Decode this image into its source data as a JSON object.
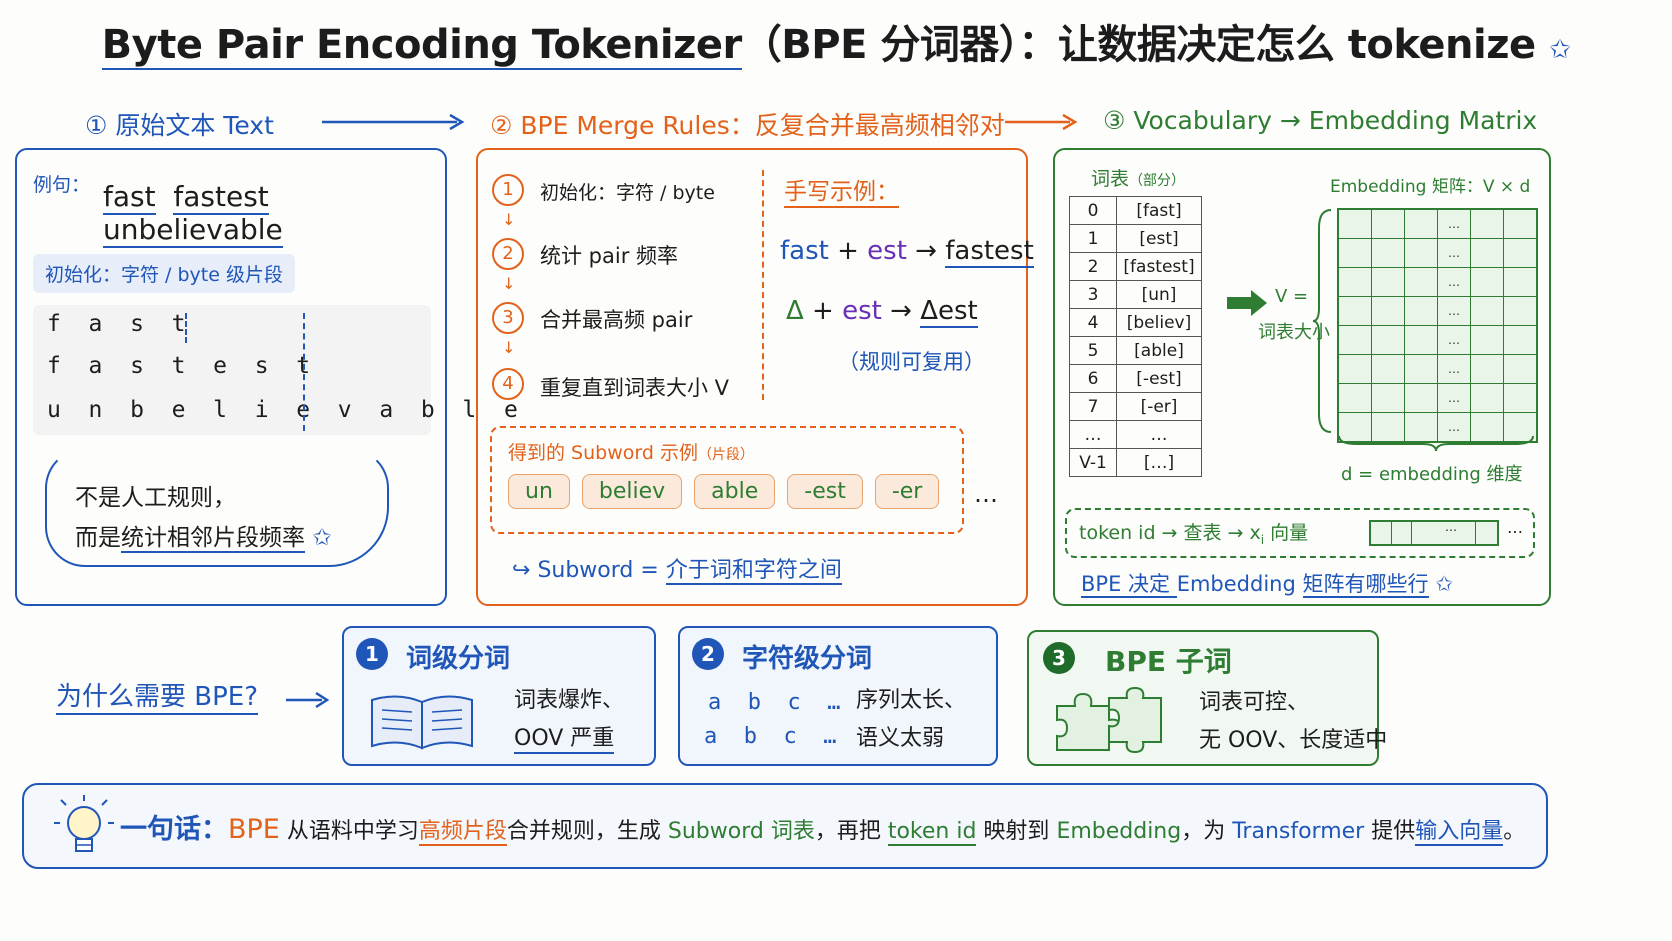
{
  "title": {
    "pre": "Byte Pair Encoding Tokenizer",
    "paren": "（BPE 分词器）",
    "post": "：让数据决定怎么 tokenize"
  },
  "sections": {
    "s1": "① 原始文本 Text",
    "s2": "② BPE Merge Rules：反复合并最高频相邻对",
    "s3": "③ Vocabulary → Embedding Matrix"
  },
  "panel1": {
    "example_label": "例句：",
    "words": [
      "fast",
      "fastest",
      "unbelievable"
    ],
    "init_label": "初始化：字符 / byte 级片段",
    "char_rows": [
      "f  a  s  t",
      "f  a  s  t  e  s  t",
      "u  n  b  e  l  i  e  v  a  b  l  e"
    ],
    "note_line1": "不是人工规则，",
    "note_line2_pre": "而是",
    "note_line2_em": "统计相邻片段频率"
  },
  "panel2": {
    "steps": [
      {
        "n": "1",
        "text": "初始化：字符 / byte"
      },
      {
        "n": "2",
        "text": "统计 pair 频率"
      },
      {
        "n": "3",
        "text": "合并最高频 pair"
      },
      {
        "n": "4",
        "text": "重复直到词表大小 V"
      }
    ],
    "example_title": "手写示例：",
    "ex1": {
      "a": "fast",
      "b": "est",
      "r": "fastest"
    },
    "ex2": {
      "a": "Δ",
      "b": "est",
      "r": "Δest"
    },
    "reuse_note": "（规则可复用）",
    "subword_title": "得到的 Subword 示例",
    "subword_title_small": "（片段）",
    "chips": [
      "un",
      "believ",
      "able",
      "-est",
      "-er"
    ],
    "ellipsis": "…",
    "subword_def_pre": "Subword = ",
    "subword_def": "介于词和字符之间"
  },
  "panel3": {
    "vocab_title": "词表",
    "vocab_title_small": "（部分）",
    "vocab_rows": [
      [
        "0",
        "[fast]"
      ],
      [
        "1",
        "[est]"
      ],
      [
        "2",
        "[fastest]"
      ],
      [
        "3",
        "[un]"
      ],
      [
        "4",
        "[believ]"
      ],
      [
        "5",
        "[able]"
      ],
      [
        "6",
        "[-est]"
      ],
      [
        "7",
        "[-er]"
      ],
      [
        "…",
        "…"
      ],
      [
        "V-1",
        "[…]"
      ]
    ],
    "emb_title": "Embedding 矩阵：V × d",
    "v_label": "V =",
    "v_sub": "词表大小",
    "d_label": "d = embedding 维度",
    "cell_dots": "…",
    "lookup_pre": "token id → 查表 → x",
    "lookup_sub": "i",
    "lookup_post": " 向量",
    "lookup_tail": "…",
    "decide_pre": "BPE 决定 ",
    "decide_mid": "Embedding ",
    "decide_post": "矩阵有哪些行"
  },
  "why": {
    "question": "为什么需要 BPE?",
    "cards": [
      {
        "n": "1",
        "title": "词级分词",
        "l1": "词表爆炸、",
        "l2": "OOV 严重"
      },
      {
        "n": "2",
        "title": "字符级分词",
        "chars1": "a  b  c  …",
        "chars2": "a  b  c  …",
        "l1": "序列太长、",
        "l2": "语义太弱"
      },
      {
        "n": "3",
        "title": "BPE 子词",
        "l1": "词表可控、",
        "l2": "无 OOV、长度适中"
      }
    ]
  },
  "summary": {
    "label": "一句话：",
    "parts": [
      "BPE",
      " 从语料中学习",
      "高频片段",
      "合并规则，生成 ",
      "Subword 词表",
      "，再把 ",
      "token id",
      " 映射到 ",
      "Embedding",
      "，为 ",
      "Transformer",
      " 提供",
      "输入向量",
      "。"
    ]
  },
  "colors": {
    "blue": "#1f56b8",
    "orange": "#e2621b",
    "green": "#2e7d32",
    "purple": "#6a2fb5"
  }
}
